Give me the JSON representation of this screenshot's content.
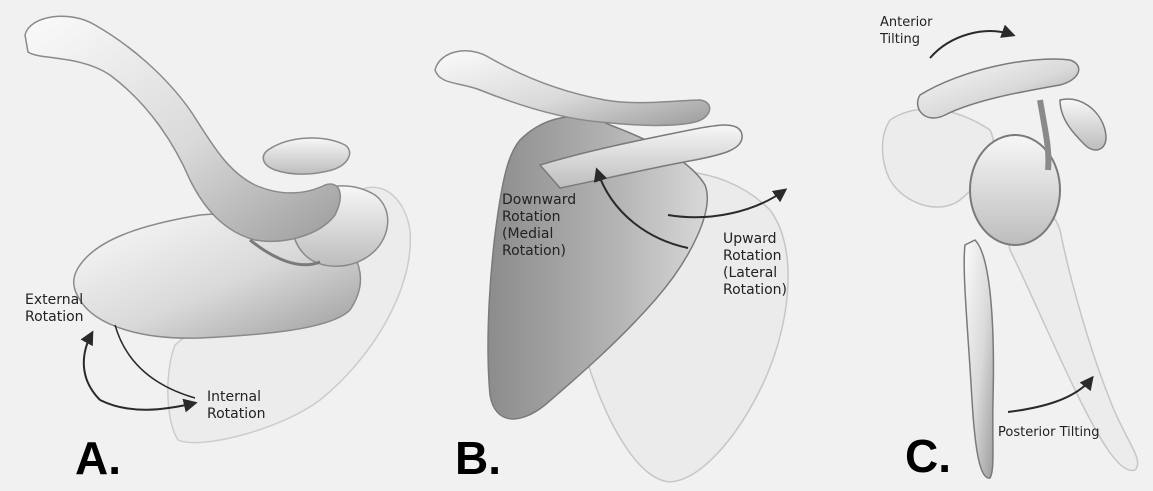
{
  "panels": {
    "a": {
      "letter": "A.",
      "label_external": "External\nRotation",
      "label_internal": "Internal\nRotation"
    },
    "b": {
      "letter": "B.",
      "label_downward": "Downward\nRotation\n(Medial\nRotation)",
      "label_upward": "Upward\nRotation\n(Lateral\nRotation)"
    },
    "c": {
      "letter": "C.",
      "label_anterior": "Anterior\nTilting",
      "label_posterior": "Posterior Tilting"
    }
  },
  "colors": {
    "background": "#f1f1f1",
    "bone_light": "#f4f4f4",
    "bone_mid": "#cfcfcf",
    "bone_dark": "#8a8a8a",
    "arrow": "#2a2a2a",
    "text": "#222222"
  }
}
